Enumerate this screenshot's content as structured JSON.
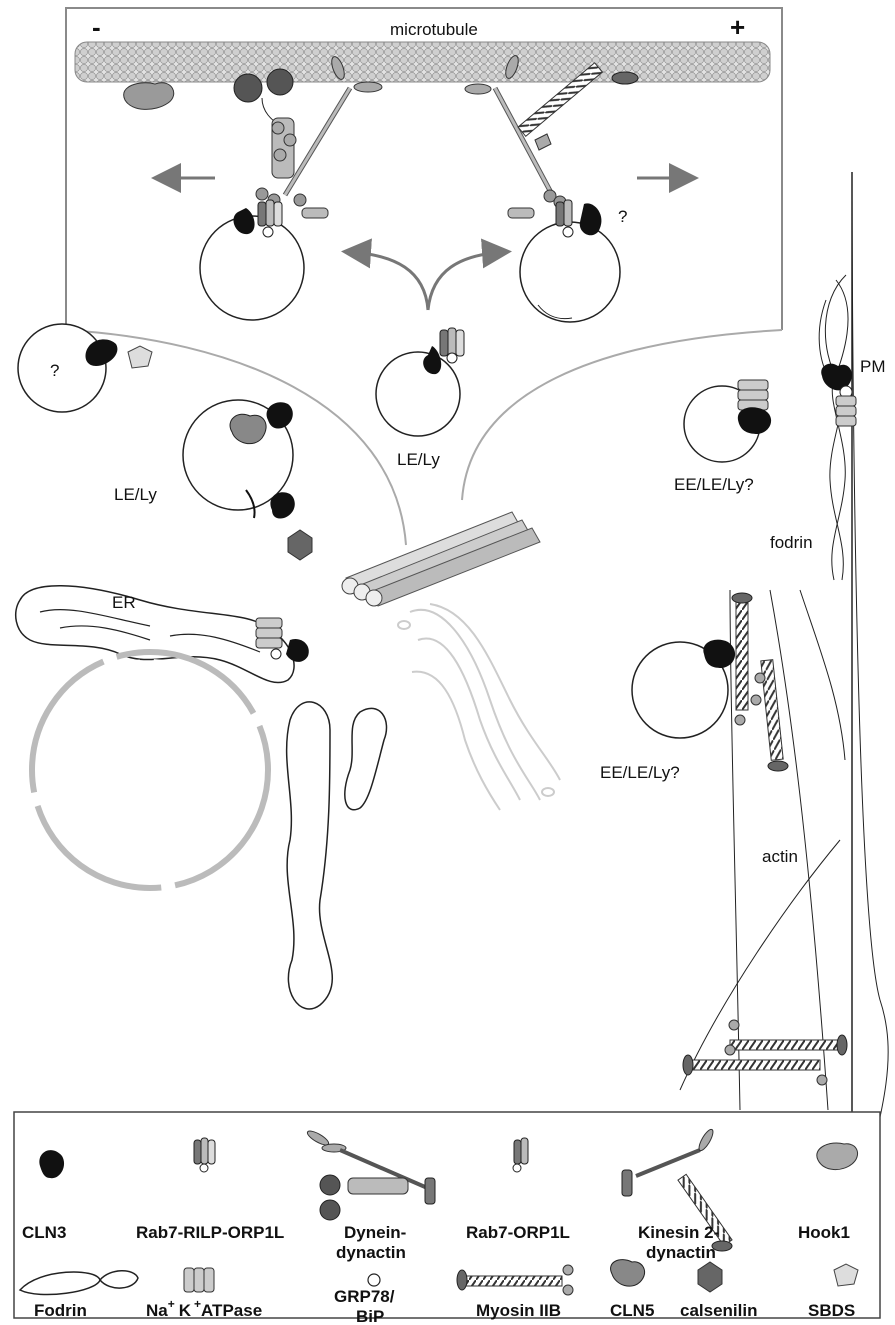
{
  "diagram": {
    "microtubule_label": "microtubule",
    "minus_end": "-",
    "plus_end": "+",
    "question_mark": "?",
    "le_ly": "LE/Ly",
    "ee_le_ly": "EE/LE/Ly?",
    "pm": "PM",
    "fodrin": "fodrin",
    "er": "ER",
    "actin": "actin"
  },
  "legend": {
    "items": [
      {
        "label": "CLN3",
        "icon": "cln3-icon"
      },
      {
        "label": "Rab7-RILP-ORP1L",
        "icon": "rab7-rilp-orp1l-icon"
      },
      {
        "label": "Dynein-",
        "label2": "dynactin",
        "icon": "dynein-dynactin-icon"
      },
      {
        "label": "Rab7-ORP1L",
        "icon": "rab7-orp1l-icon"
      },
      {
        "label": "Kinesin 2-",
        "label2": "dynactin",
        "icon": "kinesin2-dynactin-icon"
      },
      {
        "label": "Hook1",
        "icon": "hook1-icon"
      },
      {
        "label": "Fodrin",
        "icon": "fodrin-icon"
      },
      {
        "label_na": "Na",
        "label_sup1": "+",
        "label_k": "K",
        "label_sup2": "+",
        "label_rest": "ATPase",
        "icon": "na-k-atpase-icon"
      },
      {
        "label": "GRP78/",
        "label2": "BiP",
        "icon": "grp78-bip-icon"
      },
      {
        "label": "Myosin IIB",
        "icon": "myosin-iib-icon"
      },
      {
        "label": "CLN5",
        "icon": "cln5-icon"
      },
      {
        "label": "calsenilin",
        "icon": "calsenilin-icon"
      },
      {
        "label": "SBDS",
        "icon": "sbds-icon"
      }
    ]
  },
  "colors": {
    "cln3": "#111111",
    "dark_grey": "#5a5a5a",
    "mid_grey": "#999999",
    "light_grey": "#cfcfcf",
    "outline": "#222222",
    "arrow": "#777777"
  }
}
